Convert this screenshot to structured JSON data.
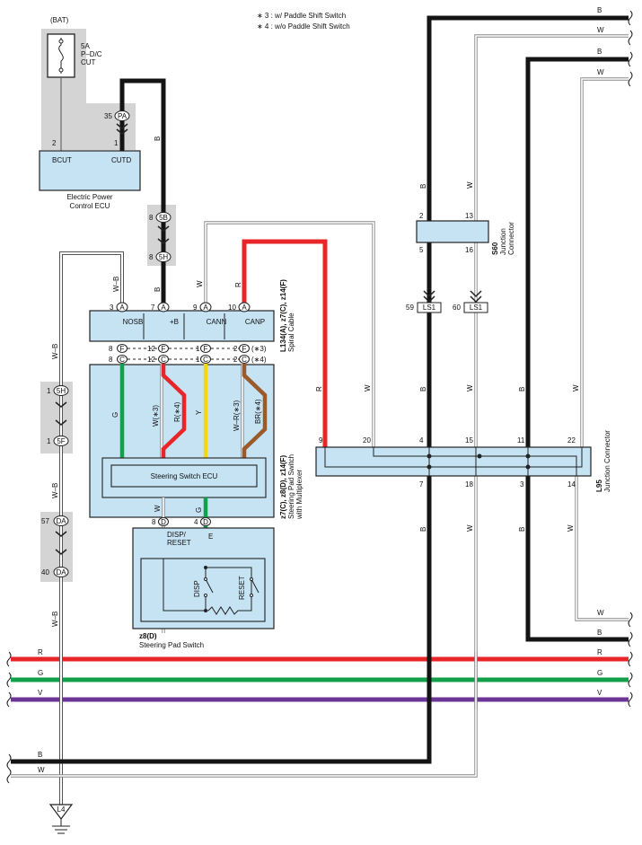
{
  "notes": [
    "∗ 3 : w/ Paddle Shift Switch",
    "∗ 4 : w/o Paddle Shift Switch"
  ],
  "colors": {
    "black": "#141414",
    "red": "#e8262a",
    "green": "#12a04a",
    "purple": "#6c3596",
    "yellow": "#f2d61a",
    "brown": "#9a5a2a",
    "box": "#c6e3f4",
    "shade": "#d4d4d4",
    "white_wire": "#9a9a9a"
  },
  "fuse": {
    "source": "(BAT)",
    "rating": "5A",
    "name1": "P–D/C",
    "name2": "CUT"
  },
  "ecu_power": {
    "pin_left": "2",
    "pin_right": "1",
    "term_left": "BCUT",
    "term_right": "CUTD",
    "label1": "Electric Power",
    "label2": "Control ECU"
  },
  "connectors": {
    "pa": {
      "num": "35",
      "code": "PA"
    },
    "s5b": {
      "num": "8",
      "code": "5B"
    },
    "s5h": {
      "num": "8",
      "code": "5H"
    },
    "s5h_left": {
      "num": "1",
      "code": "5H"
    },
    "s5f": {
      "num": "1",
      "code": "5F"
    },
    "da1": {
      "num": "57",
      "code": "DA"
    },
    "da2": {
      "num": "40",
      "code": "DA"
    }
  },
  "spiral": {
    "pins": [
      "3",
      "7",
      "9",
      "10"
    ],
    "code": "A",
    "terms": [
      "NOSB",
      "+B",
      "CANN",
      "CANP"
    ],
    "label1": "L134(A), z7(C), z14(F)",
    "label2": "Spiral Cable",
    "row_f": {
      "p1": "8",
      "p2": "12",
      "p3": "1",
      "p4": "2",
      "c": "F",
      "note": "(∗3)"
    },
    "row_c": {
      "p1": "8",
      "p2": "12",
      "p3": "1",
      "p4": "2",
      "c": "C",
      "note": "(∗4)"
    }
  },
  "wires": {
    "w_b": "W–B",
    "b": "B",
    "w": "W",
    "r": "R",
    "g": "G",
    "y": "Y",
    "r4": "R(∗4)",
    "w3": "W(∗3)",
    "wr3": "W–R(∗3)",
    "br4": "BR(∗4)",
    "v": "V"
  },
  "steering_ecu": {
    "title": "Steering Switch ECU",
    "label1": "z7(C), z8(D), z14(F)",
    "label2": "Steering Pad Switch",
    "label3": "with Multiplexer",
    "pin_left": "8",
    "pin_right": "4",
    "code": "D"
  },
  "pad_switch": {
    "term1": "DISP/",
    "term2": "RESET",
    "term3": "E",
    "sw1": "DISP",
    "sw2": "RESET",
    "label1": "z8(D)",
    "label2": "Steering Pad Switch"
  },
  "s60": {
    "pins_top": [
      "2",
      "13"
    ],
    "pins_bot": [
      "5",
      "16"
    ],
    "label1": "S60",
    "label2": "Junction",
    "label3": "Connector"
  },
  "ls1": [
    {
      "num": "59",
      "code": "LS1"
    },
    {
      "num": "60",
      "code": "LS1"
    }
  ],
  "l95": {
    "pins_top": [
      "9",
      "20",
      "4",
      "15",
      "11",
      "22"
    ],
    "pins_bot": [
      "7",
      "18",
      "3",
      "14"
    ],
    "label1": "L95",
    "label2": "Junction Connector"
  },
  "ground": {
    "code": "L4"
  }
}
